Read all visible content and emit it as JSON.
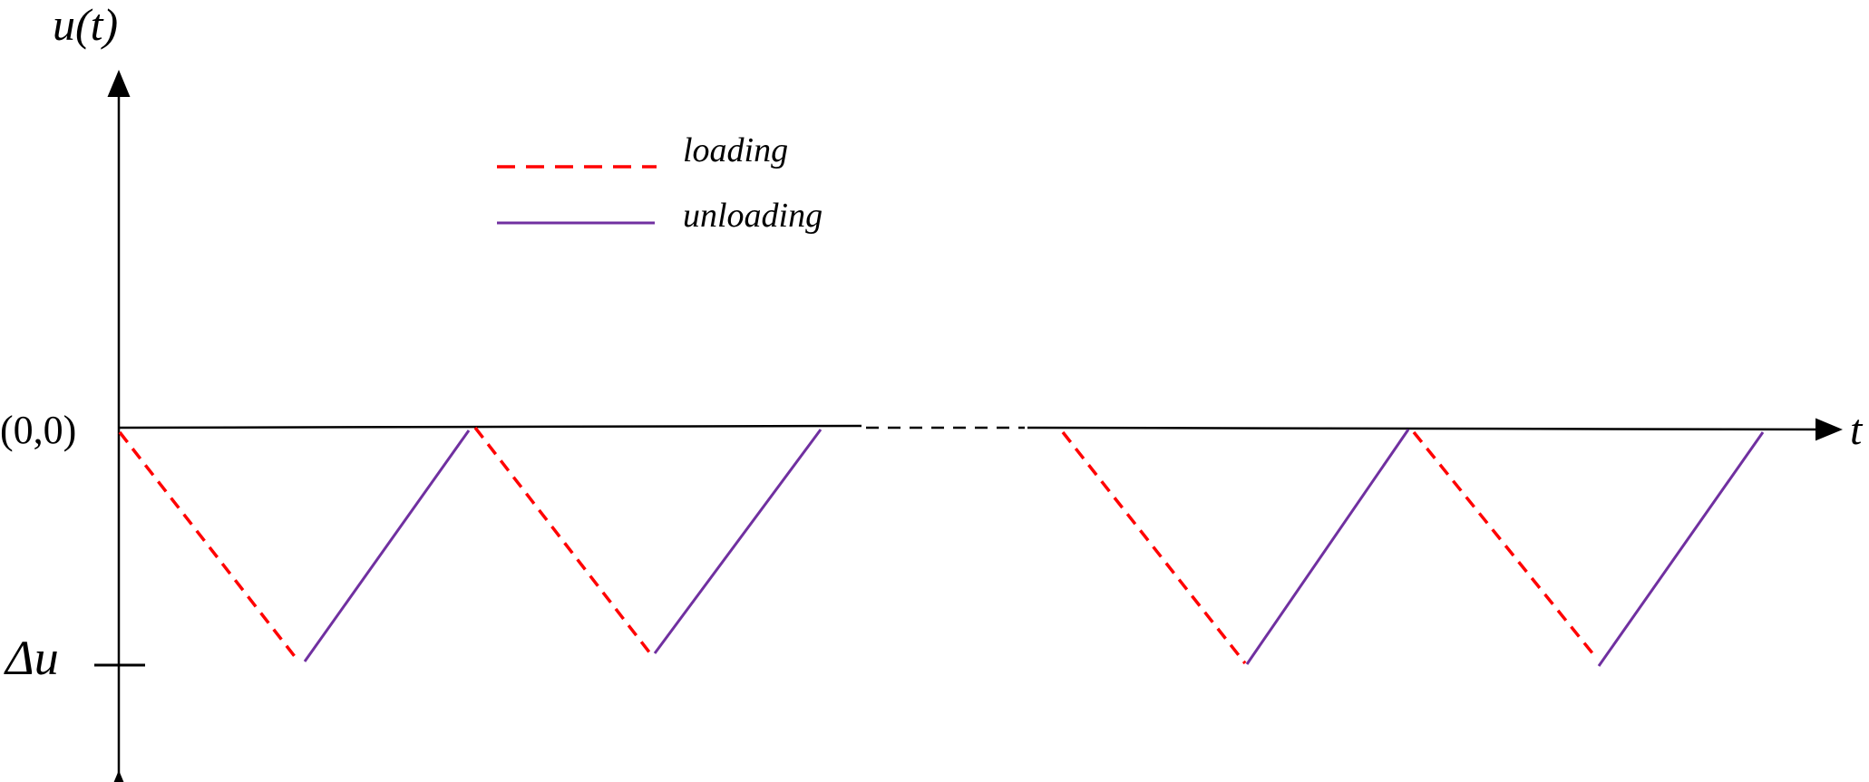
{
  "y_axis_label": "u(t)",
  "x_axis_label": "t",
  "origin_label": "(0,0)",
  "delta_label": "Δu",
  "legend": {
    "loading_label": "loading",
    "unloading_label": "unloading"
  },
  "colors": {
    "loading": "#ff0000",
    "unloading": "#7030a0",
    "axis": "#000000"
  },
  "cycles": 4
}
